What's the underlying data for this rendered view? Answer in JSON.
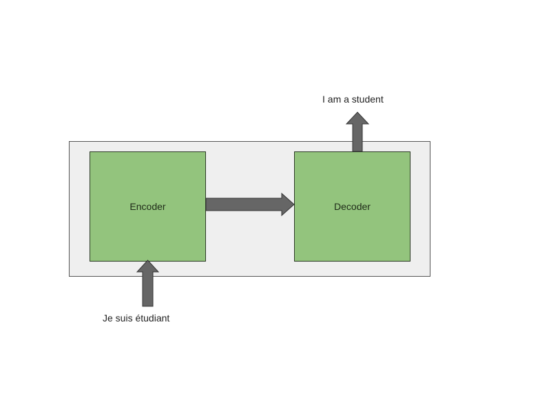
{
  "diagram": {
    "title": "Encoder-Decoder (sequence to sequence) translation",
    "nodes": [
      {
        "id": "encoder",
        "label": "Encoder",
        "color": "#93c47d"
      },
      {
        "id": "decoder",
        "label": "Decoder",
        "color": "#93c47d"
      }
    ],
    "container": {
      "color": "#efefef",
      "border": "#555555"
    },
    "input_text": "Je suis étudiant",
    "output_text": "I am a student",
    "edges": [
      {
        "from": "input",
        "to": "encoder"
      },
      {
        "from": "encoder",
        "to": "decoder"
      },
      {
        "from": "decoder",
        "to": "output"
      }
    ],
    "arrow_color": "#666666"
  }
}
